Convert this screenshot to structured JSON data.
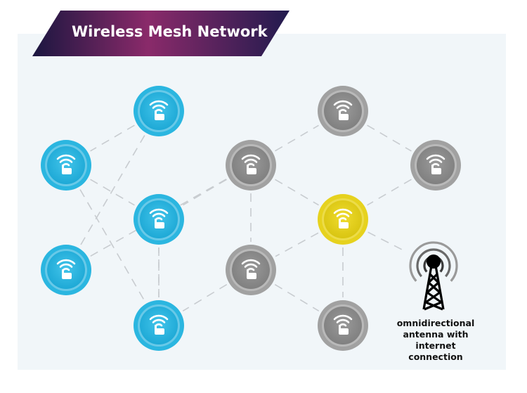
{
  "title": "Wireless Mesh Network",
  "antenna": {
    "label_lines": [
      "omnidirectional",
      "antenna with internet",
      "connection"
    ],
    "icon": "radio-tower-icon"
  },
  "node_icon": "wifi-router-icon",
  "colors": {
    "blue_node": "#2bb6e0",
    "gray_node": "#a1a1a1",
    "yellow_node": "#e6d21e",
    "link": "#c8ccd0",
    "panel": "#f1f6f9",
    "banner_start": "#1b1640",
    "banner_mid": "#8a2a6a",
    "banner_end": "#221b4e"
  },
  "nodes": [
    {
      "id": "n1",
      "type": "blue"
    },
    {
      "id": "n2",
      "type": "blue"
    },
    {
      "id": "n3",
      "type": "blue"
    },
    {
      "id": "n4",
      "type": "blue"
    },
    {
      "id": "n5",
      "type": "blue"
    },
    {
      "id": "n6",
      "type": "gray"
    },
    {
      "id": "n7",
      "type": "gray"
    },
    {
      "id": "n8",
      "type": "gray"
    },
    {
      "id": "n9",
      "type": "gray"
    },
    {
      "id": "n10",
      "type": "yellow"
    },
    {
      "id": "n11",
      "type": "gray"
    }
  ],
  "links": [
    [
      "n1",
      "n2"
    ],
    [
      "n1",
      "n4"
    ],
    [
      "n2",
      "n5"
    ],
    [
      "n2",
      "n3"
    ],
    [
      "n4",
      "n6"
    ],
    [
      "n3",
      "n5"
    ],
    [
      "n6",
      "n3"
    ],
    [
      "n6",
      "n9"
    ],
    [
      "n6",
      "n7"
    ],
    [
      "n6",
      "n10"
    ],
    [
      "n7",
      "n8"
    ],
    [
      "n8",
      "n10"
    ],
    [
      "n10",
      "n9"
    ],
    [
      "n10",
      "n11"
    ],
    [
      "n9",
      "n11"
    ],
    [
      "n9",
      "n5"
    ],
    [
      "n5",
      "n3"
    ],
    [
      "n10",
      "antenna"
    ]
  ]
}
